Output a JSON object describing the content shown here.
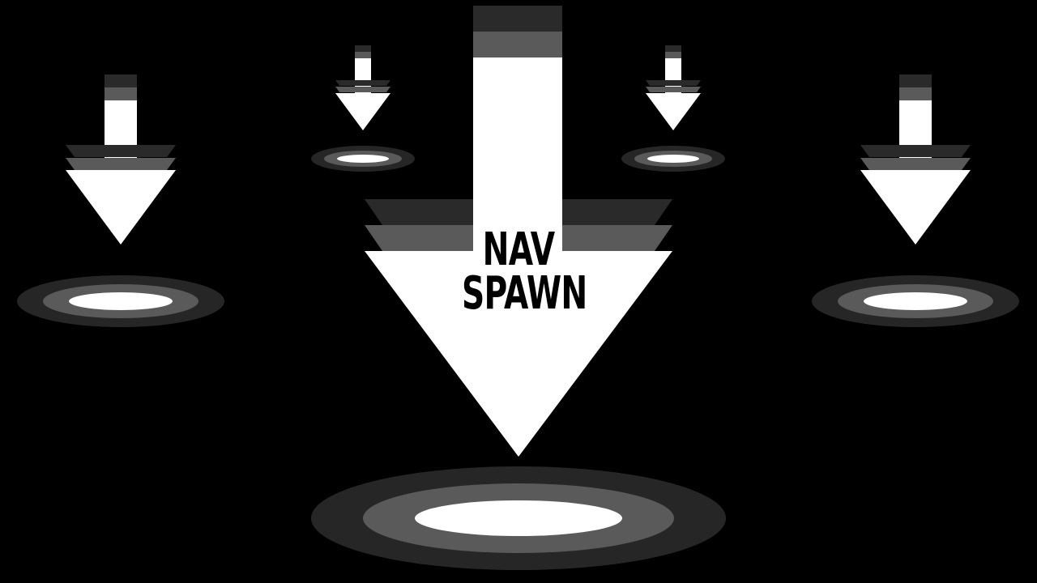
{
  "label": {
    "line1": "NAV",
    "line2": "SPAWN"
  },
  "icons": {
    "marker": "down-arrow-icon",
    "pad": "spawn-pad-ring"
  },
  "colors": {
    "background": "#000000",
    "arrow": "#ffffff",
    "ghost_dark": "#2a2a2a",
    "ghost_mid": "#5a5a5a",
    "pad_outer": "#262626",
    "pad_mid": "#5a5a5a",
    "pad_inner": "#ffffff",
    "label_text": "#000000"
  },
  "markers": [
    {
      "id": "main"
    },
    {
      "id": "left"
    },
    {
      "id": "right"
    },
    {
      "id": "mid-left"
    },
    {
      "id": "mid-right"
    }
  ]
}
